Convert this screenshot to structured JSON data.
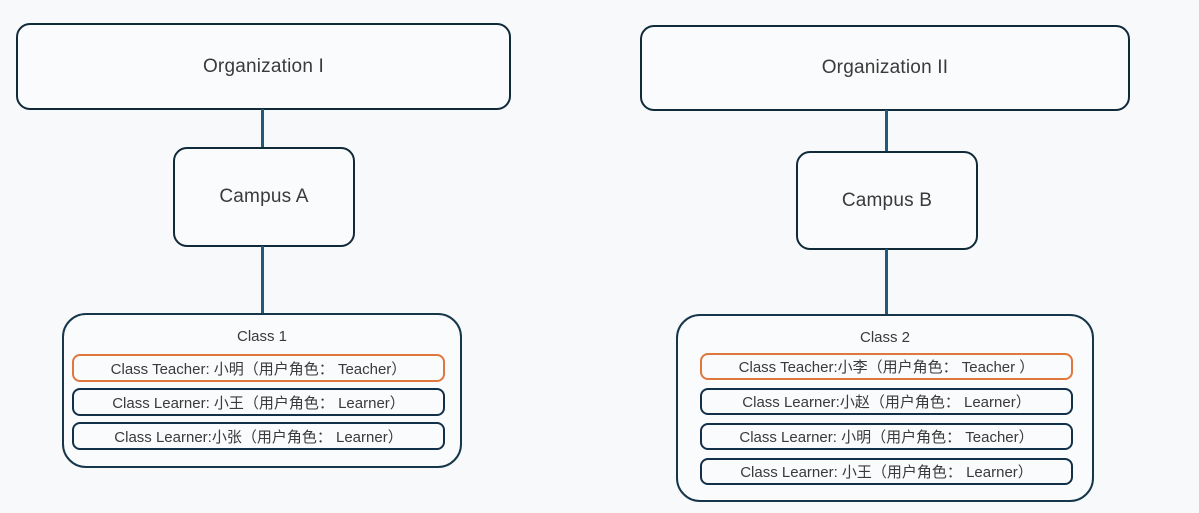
{
  "colors": {
    "background": "#f8f9fa",
    "node_border": "#102a3a",
    "connector": "#1e5c7e",
    "highlight_border": "#e0773c",
    "text": "#3a3a3a"
  },
  "left": {
    "org_label": "Organization I",
    "campus_label": "Campus A",
    "class_label": "Class 1",
    "members": [
      {
        "label": "Class Teacher: 小明（用户角色： Teacher）",
        "highlight": true
      },
      {
        "label": "Class Learner: 小王（用户角色： Learner）",
        "highlight": false
      },
      {
        "label": "Class Learner:小张（用户角色： Learner）",
        "highlight": false
      }
    ]
  },
  "right": {
    "org_label": "Organization II",
    "campus_label": "Campus B",
    "class_label": "Class 2",
    "members": [
      {
        "label": "Class Teacher:小李（用户角色： Teacher ）",
        "highlight": true
      },
      {
        "label": "Class Learner:小赵（用户角色： Learner）",
        "highlight": false
      },
      {
        "label": "Class Learner: 小明（用户角色： Teacher）",
        "highlight": false
      },
      {
        "label": "Class Learner: 小王（用户角色： Learner）",
        "highlight": false
      }
    ]
  }
}
